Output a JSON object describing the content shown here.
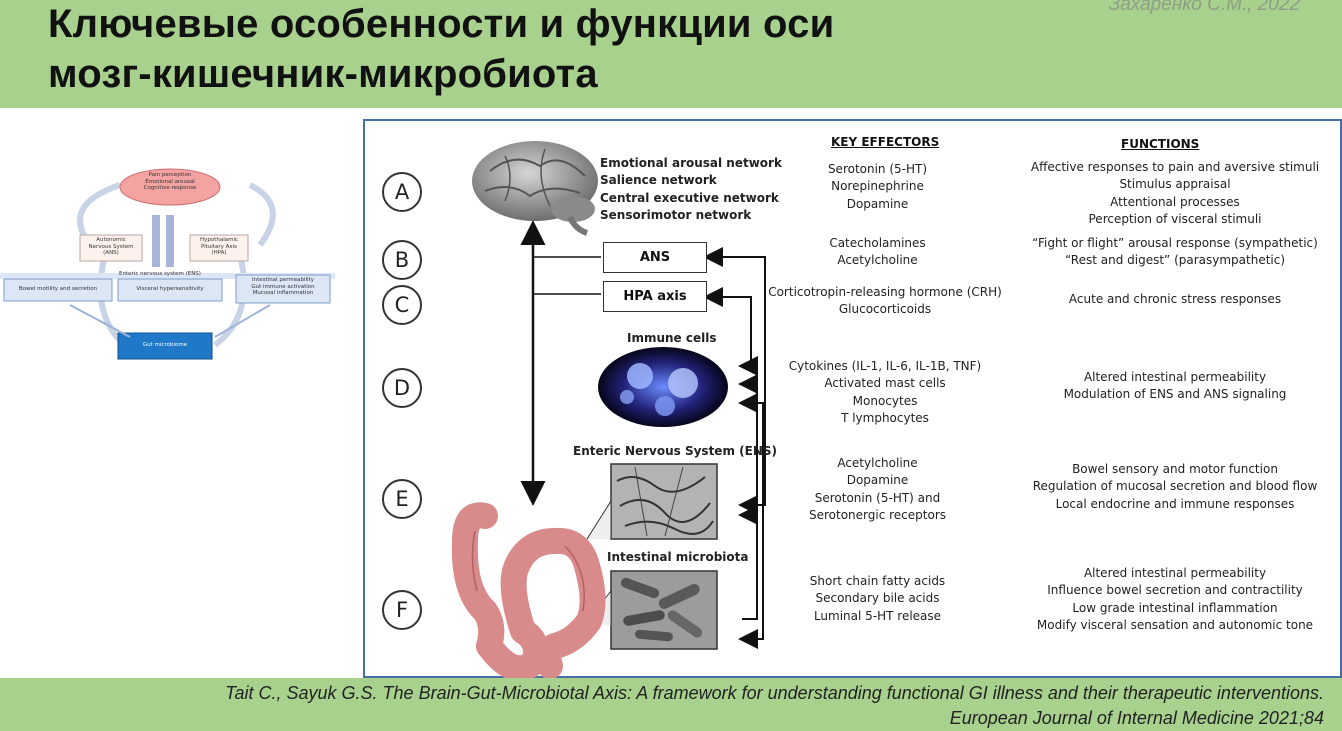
{
  "header": {
    "title_line1": "Ключевые особенности и функции оси",
    "title_line2": "мозг-кишечник-микробиота",
    "author": "Захаренко С.М., 2022"
  },
  "thumbnail": {
    "brain_text": "Pain perception\nEmotional arousal\nCognitive response",
    "ans": "Autonomic\nNervous System\n(ANS)",
    "hpa": "Hypothalamic\nPituitary Axis\n(HPA)",
    "ens": "Enteric nervous system (ENS)",
    "left_box": "Bowel motility and secretion",
    "mid_box": "Visceral hypersensitivity",
    "right_box": "Intestinal permeability\nGut immune activation\nMucosal inflammation",
    "gut": "Gut microbiome"
  },
  "figure": {
    "headers": {
      "effectors": "KEY EFFECTORS",
      "functions": "FUNCTIONS"
    },
    "rows": [
      {
        "letter": "A",
        "label": "Emotional arousal network\nSalience network\nCentral executive network\nSensorimotor network",
        "effectors": "Serotonin (5-HT)\nNorepinephrine\nDopamine",
        "functions": "Affective responses to pain and aversive stimuli\nStimulus appraisal\nAttentional processes\nPerception of visceral stimuli"
      },
      {
        "letter": "B",
        "label": "ANS",
        "effectors": "Catecholamines\nAcetylcholine",
        "functions": "“Fight or flight” arousal response (sympathetic)\n“Rest and digest” (parasympathetic)"
      },
      {
        "letter": "C",
        "label": "HPA axis",
        "effectors": "Corticotropin-releasing hormone (CRH)\nGlucocorticoids",
        "functions": "Acute and chronic stress responses"
      },
      {
        "letter": "D",
        "label": "Immune cells",
        "effectors": "Cytokines (IL-1, IL-6, IL-1B, TNF)\nActivated mast cells\nMonocytes\nT lymphocytes",
        "functions": "Altered intestinal permeability\nModulation of ENS and ANS signaling"
      },
      {
        "letter": "E",
        "label": "Enteric Nervous System (ENS)",
        "effectors": "Acetylcholine\nDopamine\nSerotonin (5-HT) and\nSerotonergic receptors",
        "functions": "Bowel sensory and motor function\nRegulation of mucosal secretion and blood flow\nLocal endocrine and immune responses"
      },
      {
        "letter": "F",
        "label": "Intestinal microbiota",
        "effectors": "Short chain fatty acids\nSecondary bile acids\nLuminal 5-HT release",
        "functions": "Altered intestinal permeability\nInfluence bowel secretion and contractility\nLow grade intestinal inflammation\nModify visceral sensation and autonomic tone"
      }
    ]
  },
  "footer": {
    "line1": "Tait C., Sayuk G.S. The Brain-Gut-Microbiotal Axis: A framework for understanding functional GI illness and their therapeutic interventions.",
    "line2": "European Journal of Internal Medicine 2021;84"
  },
  "colors": {
    "header_bg": "#a9d18e",
    "figure_border": "#4a6fa5",
    "colon": "#d98b8b",
    "cell_bg": "#0d0d33"
  }
}
